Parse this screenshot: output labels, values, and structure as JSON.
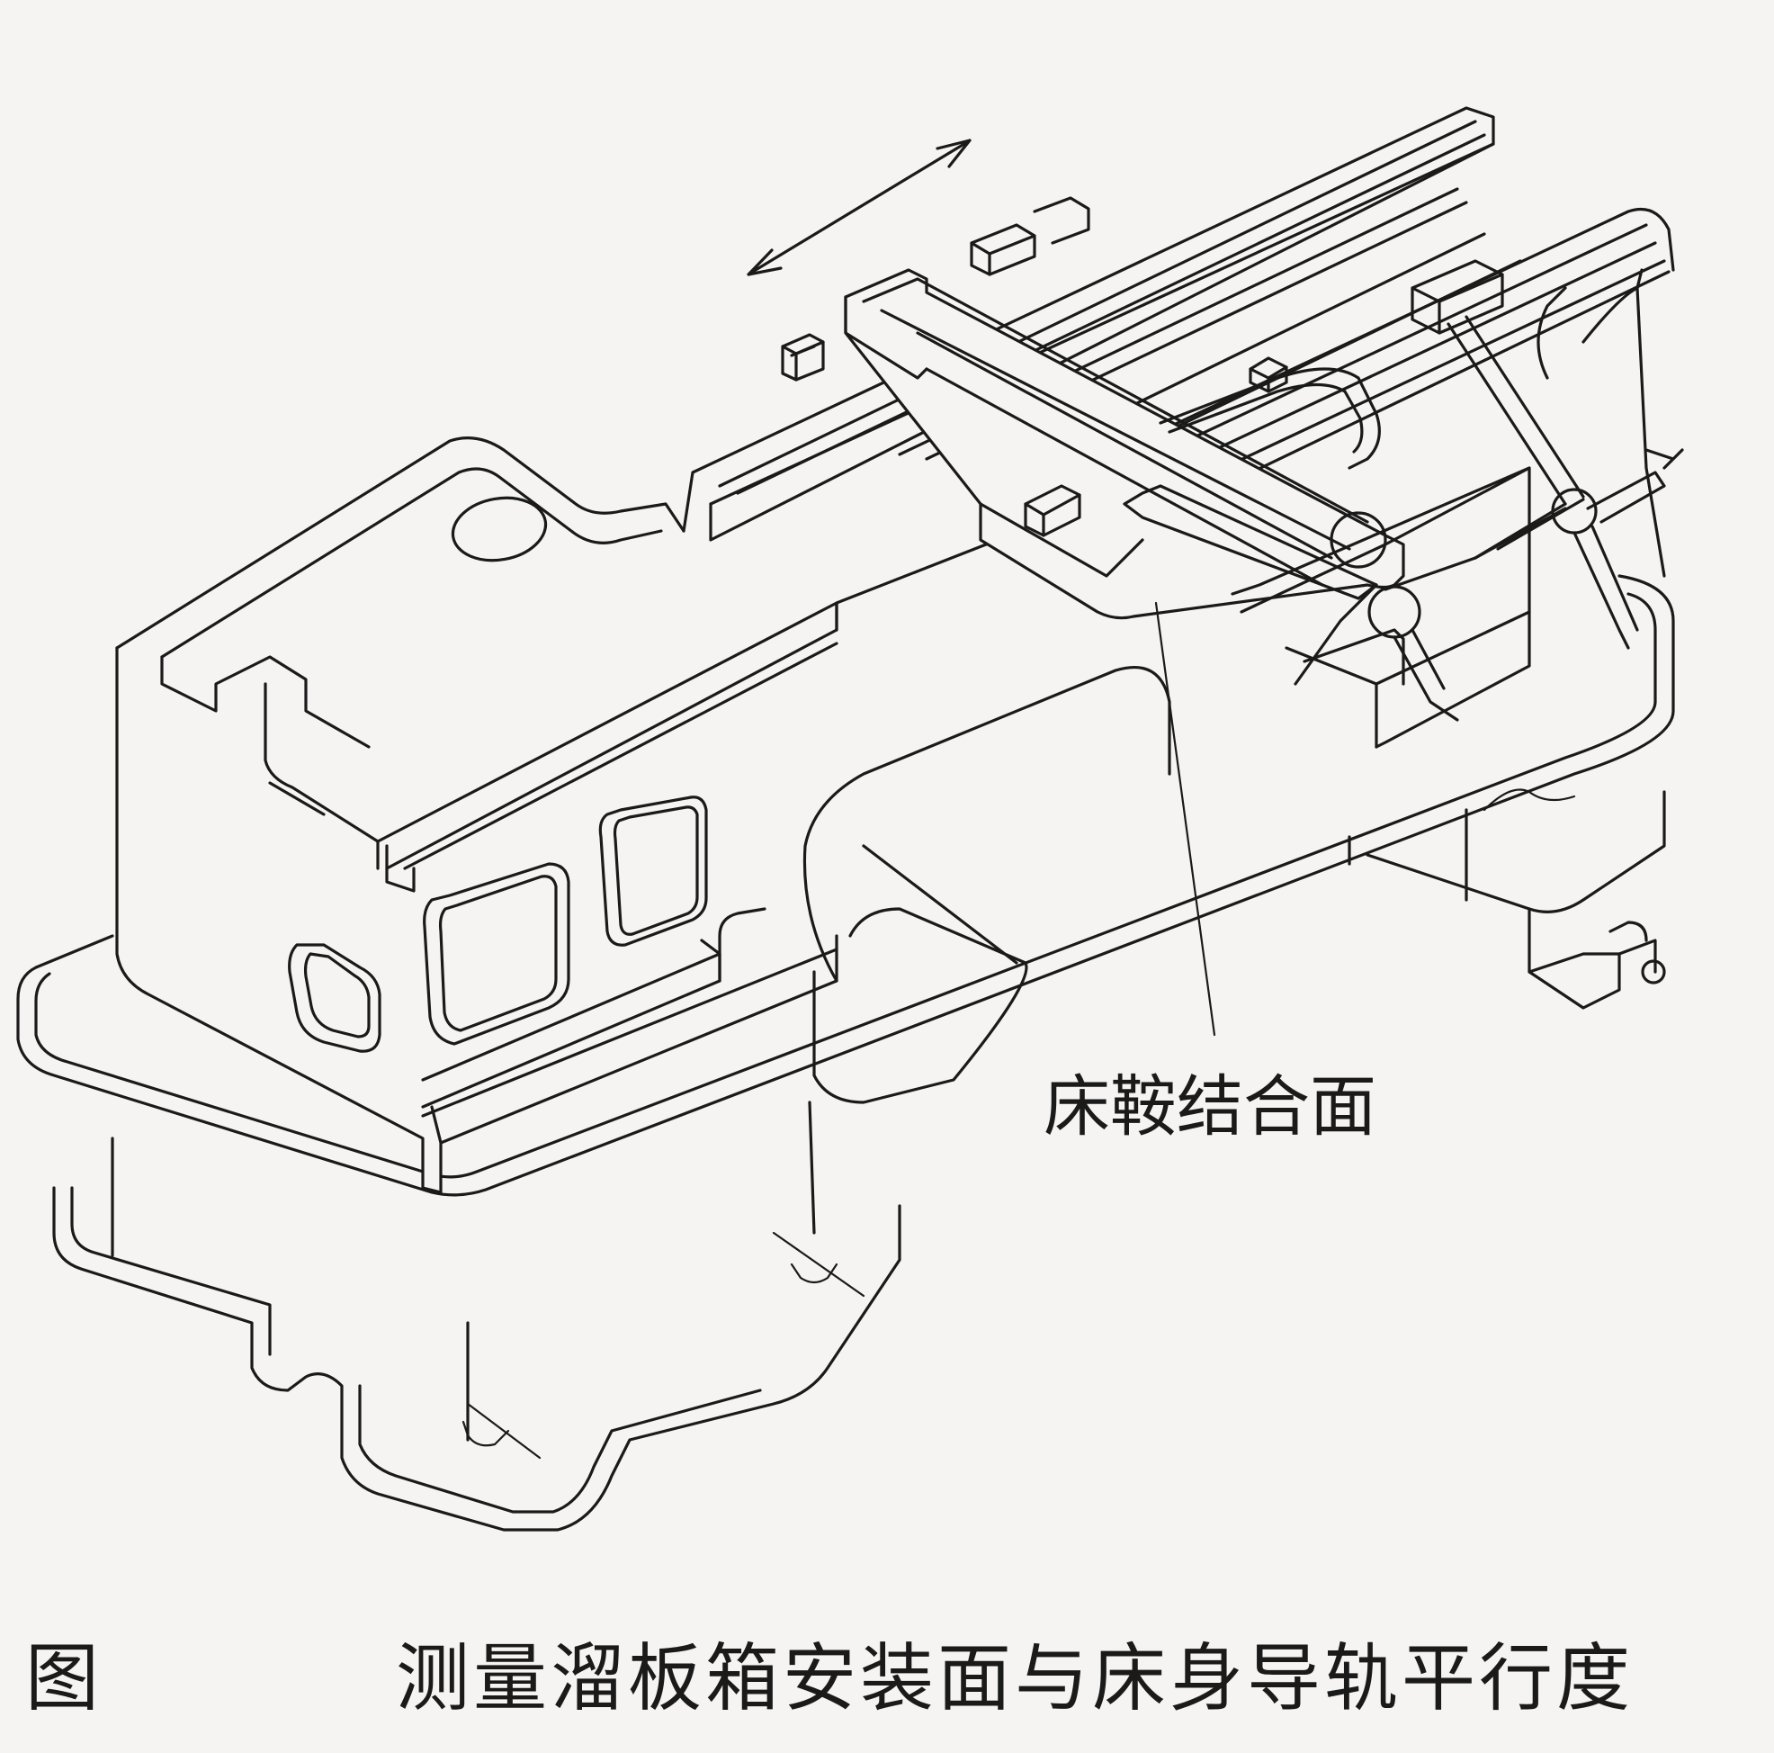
{
  "callout": {
    "label": "床鞍结合面"
  },
  "caption": {
    "prefix": "图",
    "title": "测量溜板箱安装面与床身导轨平行度"
  }
}
